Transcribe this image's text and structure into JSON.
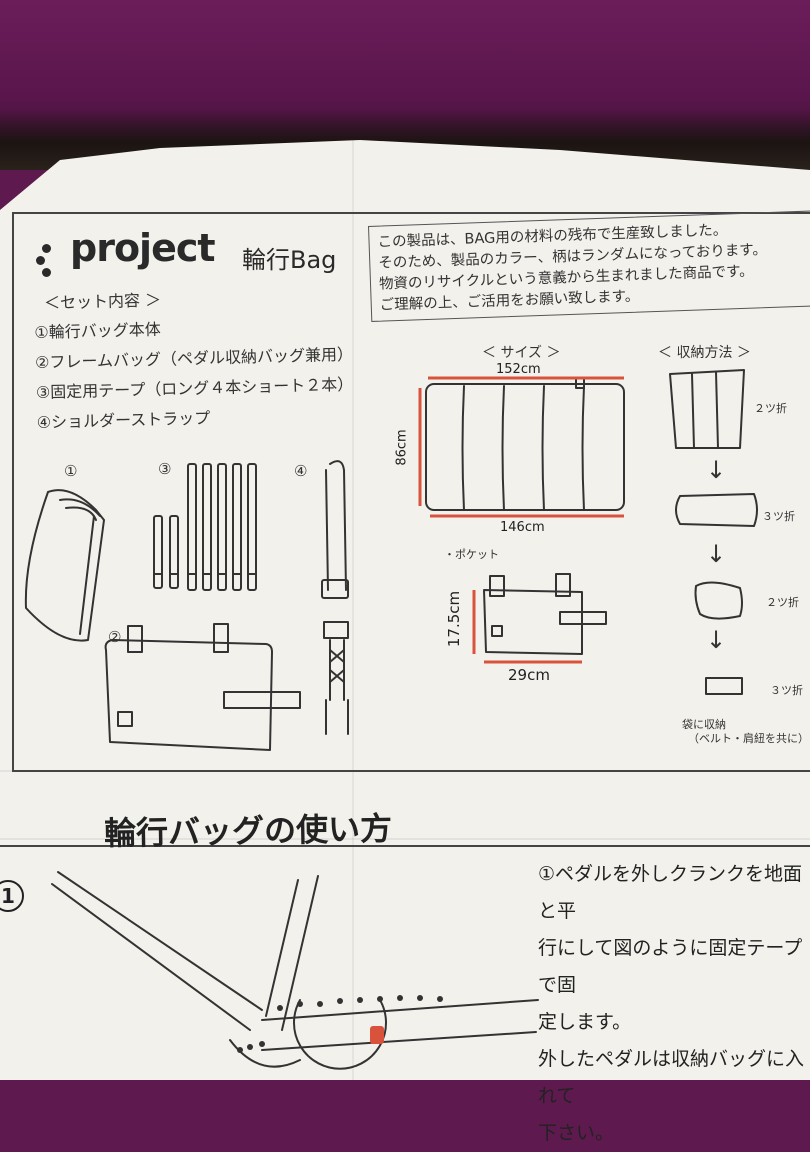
{
  "header": {
    "logo_text": "project",
    "logo_sub": "輪行Bag"
  },
  "notice": {
    "lines": [
      "この製品は、BAG用の材料の残布で生産致しました。",
      "そのため、製品のカラー、柄はランダムになっております。",
      "物資のリサイクルという意義から生まれました商品です。",
      "ご理解の上、ご活用をお願い致します。"
    ]
  },
  "set_contents": {
    "title": "＜セット内容 ＞",
    "items": [
      "①輪行バッグ本体",
      "②フレームバッグ（ペダル収納バッグ兼用）",
      "③固定用テープ（ロング４本ショート２本）",
      "④ショルダーストラップ"
    ]
  },
  "figure_labels": {
    "fig1": "①",
    "fig2": "②",
    "fig3": "③",
    "fig4": "④"
  },
  "size": {
    "title": "＜ サイズ ＞",
    "width_top": "152cm",
    "height": "86cm",
    "width_bottom": "146cm",
    "pocket_label": "・ポケット",
    "pocket_height": "17.5cm",
    "pocket_width": "29cm"
  },
  "storage": {
    "title": "＜ 収納方法 ＞",
    "steps": [
      "２ツ折",
      "３ツ折",
      "２ツ折",
      "３ツ折"
    ],
    "arrow": "↓",
    "note_line1": "袋に収納",
    "note_line2": "（ベルト・肩紐を共に）"
  },
  "usage": {
    "title": "輪行バッグの使い方",
    "step_number": "1",
    "instructions": [
      "①ペダルを外しクランクを地面と平",
      "行にして図のように固定テープで固",
      "定します。",
      "外したペダルは収納バッグに入れて",
      "下さい。"
    ]
  },
  "colors": {
    "fabric": "#5e1a4e",
    "paper": "#f2f1ec",
    "ink": "#2a2a2a",
    "dimension_red": "#d9523b"
  }
}
